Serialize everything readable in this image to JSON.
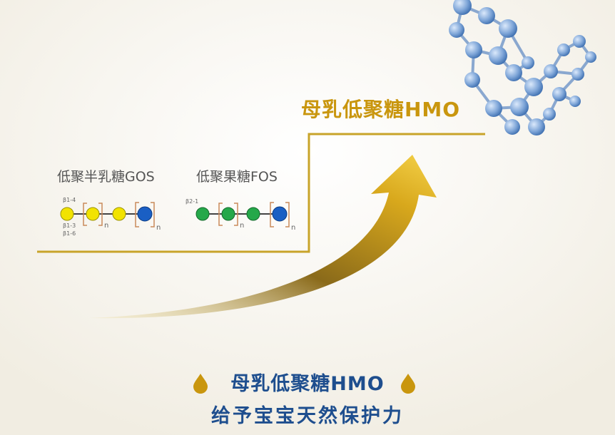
{
  "top_title": "母乳低聚糖HMO",
  "gos": {
    "label": "低聚半乳糖GOS",
    "linkages": [
      "β1-4",
      "β1-3",
      "β1-6"
    ],
    "repeat": "n"
  },
  "fos": {
    "label": "低聚果糖FOS",
    "linkage": "β2-1",
    "repeat": "n"
  },
  "bottom": {
    "line1": "母乳低聚糖HMO",
    "line2": "给予宝宝天然保护力"
  },
  "colors": {
    "gold": "#c9960e",
    "blue_text": "#1e4e8e",
    "galactose": "#f2e300",
    "glucose": "#1a5fc4",
    "fructose": "#25a84a",
    "bracket": "#c98a5a"
  }
}
